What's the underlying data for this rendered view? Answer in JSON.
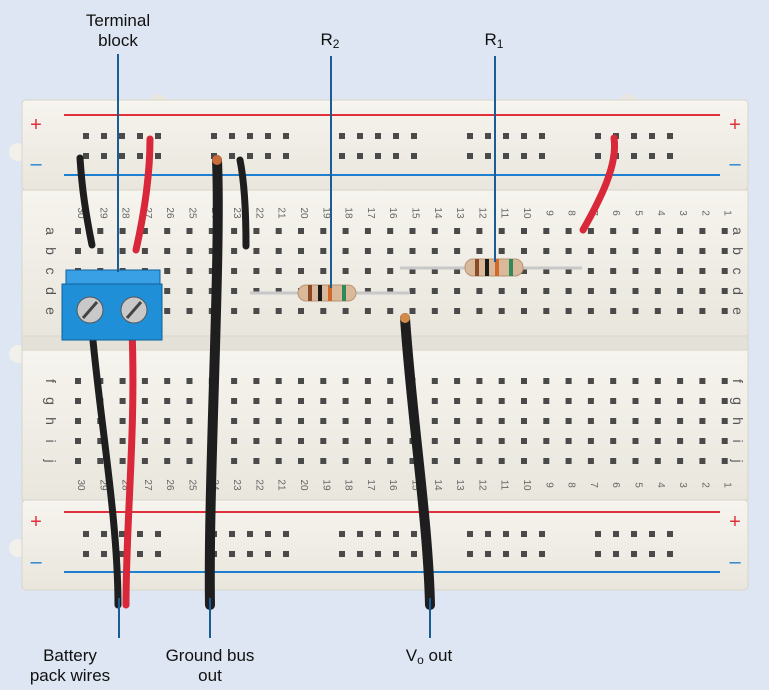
{
  "labels": {
    "terminal_block_line1": "Terminal",
    "terminal_block_line2": "block",
    "r2_base": "R",
    "r2_sub": "2",
    "r1_base": "R",
    "r1_sub": "1",
    "battery_line1": "Battery",
    "battery_line2": "pack wires",
    "ground_line1": "Ground bus",
    "ground_line2": "out",
    "vo_base": "V",
    "vo_sub": "o",
    "vo_rest": " out"
  },
  "breadboard": {
    "row_letters_top": [
      "a",
      "b",
      "c",
      "d",
      "e"
    ],
    "row_letters_bottom": [
      "f",
      "g",
      "h",
      "i",
      "j"
    ],
    "plus_sign": "+",
    "minus_sign": "–",
    "column_count": 30
  },
  "colors": {
    "background": "#dde6f2",
    "board": "#f3f1ea",
    "rail_red": "#e0303c",
    "rail_blue": "#1f7fd0",
    "wire_red": "#d8283a",
    "wire_black": "#1e1e1e",
    "terminal_block": "#1f8fd8",
    "callout_line": "#1a5c96"
  }
}
